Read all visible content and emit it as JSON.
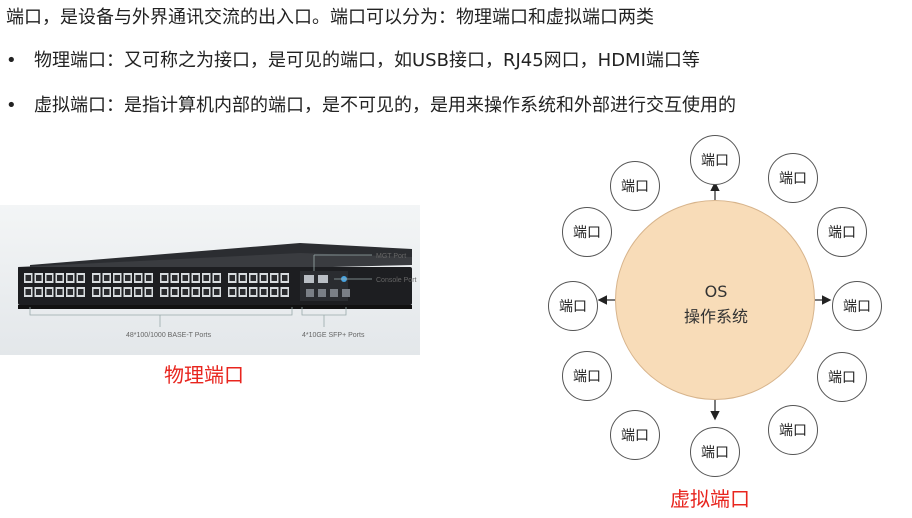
{
  "intro": "端口，是设备与外界通讯交流的出入口。端口可以分为：物理端口和虚拟端口两类",
  "bullets": [
    {
      "dot": "•",
      "text": "物理端口：又可称之为接口，是可见的端口，如USB接口，RJ45网口，HDMI端口等"
    },
    {
      "dot": "•",
      "text": "虚拟端口：是指计算机内部的端口，是不可见的，是用来操作系统和外部进行交互使用的"
    }
  ],
  "switch_photo": {
    "mgt_port": "MGT Port",
    "console_port": "Console Port",
    "base_t_ports": "48*100/1000 BASE-T Ports",
    "sfp_ports": "4*10GE SFP+ Ports"
  },
  "physical_caption": "物理端口",
  "virtual_caption": "虚拟端口",
  "os": {
    "line1": "OS",
    "line2": "操作系统"
  },
  "port_label": "端口",
  "colors": {
    "caption_red": "#e8251e",
    "os_fill": "#f8dcb8"
  }
}
